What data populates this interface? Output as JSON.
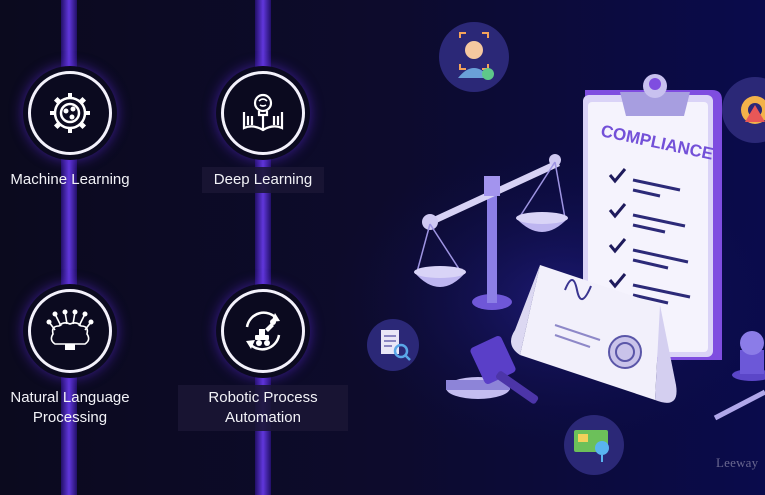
{
  "features": [
    {
      "label": "Machine Learning",
      "icon": "brain-gear-icon"
    },
    {
      "label": "Deep Learning",
      "icon": "book-brain-icon"
    },
    {
      "label": "Natural Language Processing",
      "icon": "neural-brain-icon"
    },
    {
      "label": "Robotic Process Automation",
      "icon": "robot-cycle-icon"
    }
  ],
  "illustration": {
    "clipboard_title": "COMPLIANCE",
    "icons": [
      "face-scan-icon",
      "gear-warning-icon",
      "document-search-icon",
      "id-card-icon",
      "scales-of-justice-icon",
      "gavel-icon",
      "stamp-icon",
      "contract-scroll-icon",
      "pen-icon"
    ]
  },
  "watermark": "Leeway",
  "colors": {
    "background": "#0c0a26",
    "accent_purple": "#7a55e6",
    "glow": "#3a16c8",
    "label_bg": "#1a1634"
  }
}
